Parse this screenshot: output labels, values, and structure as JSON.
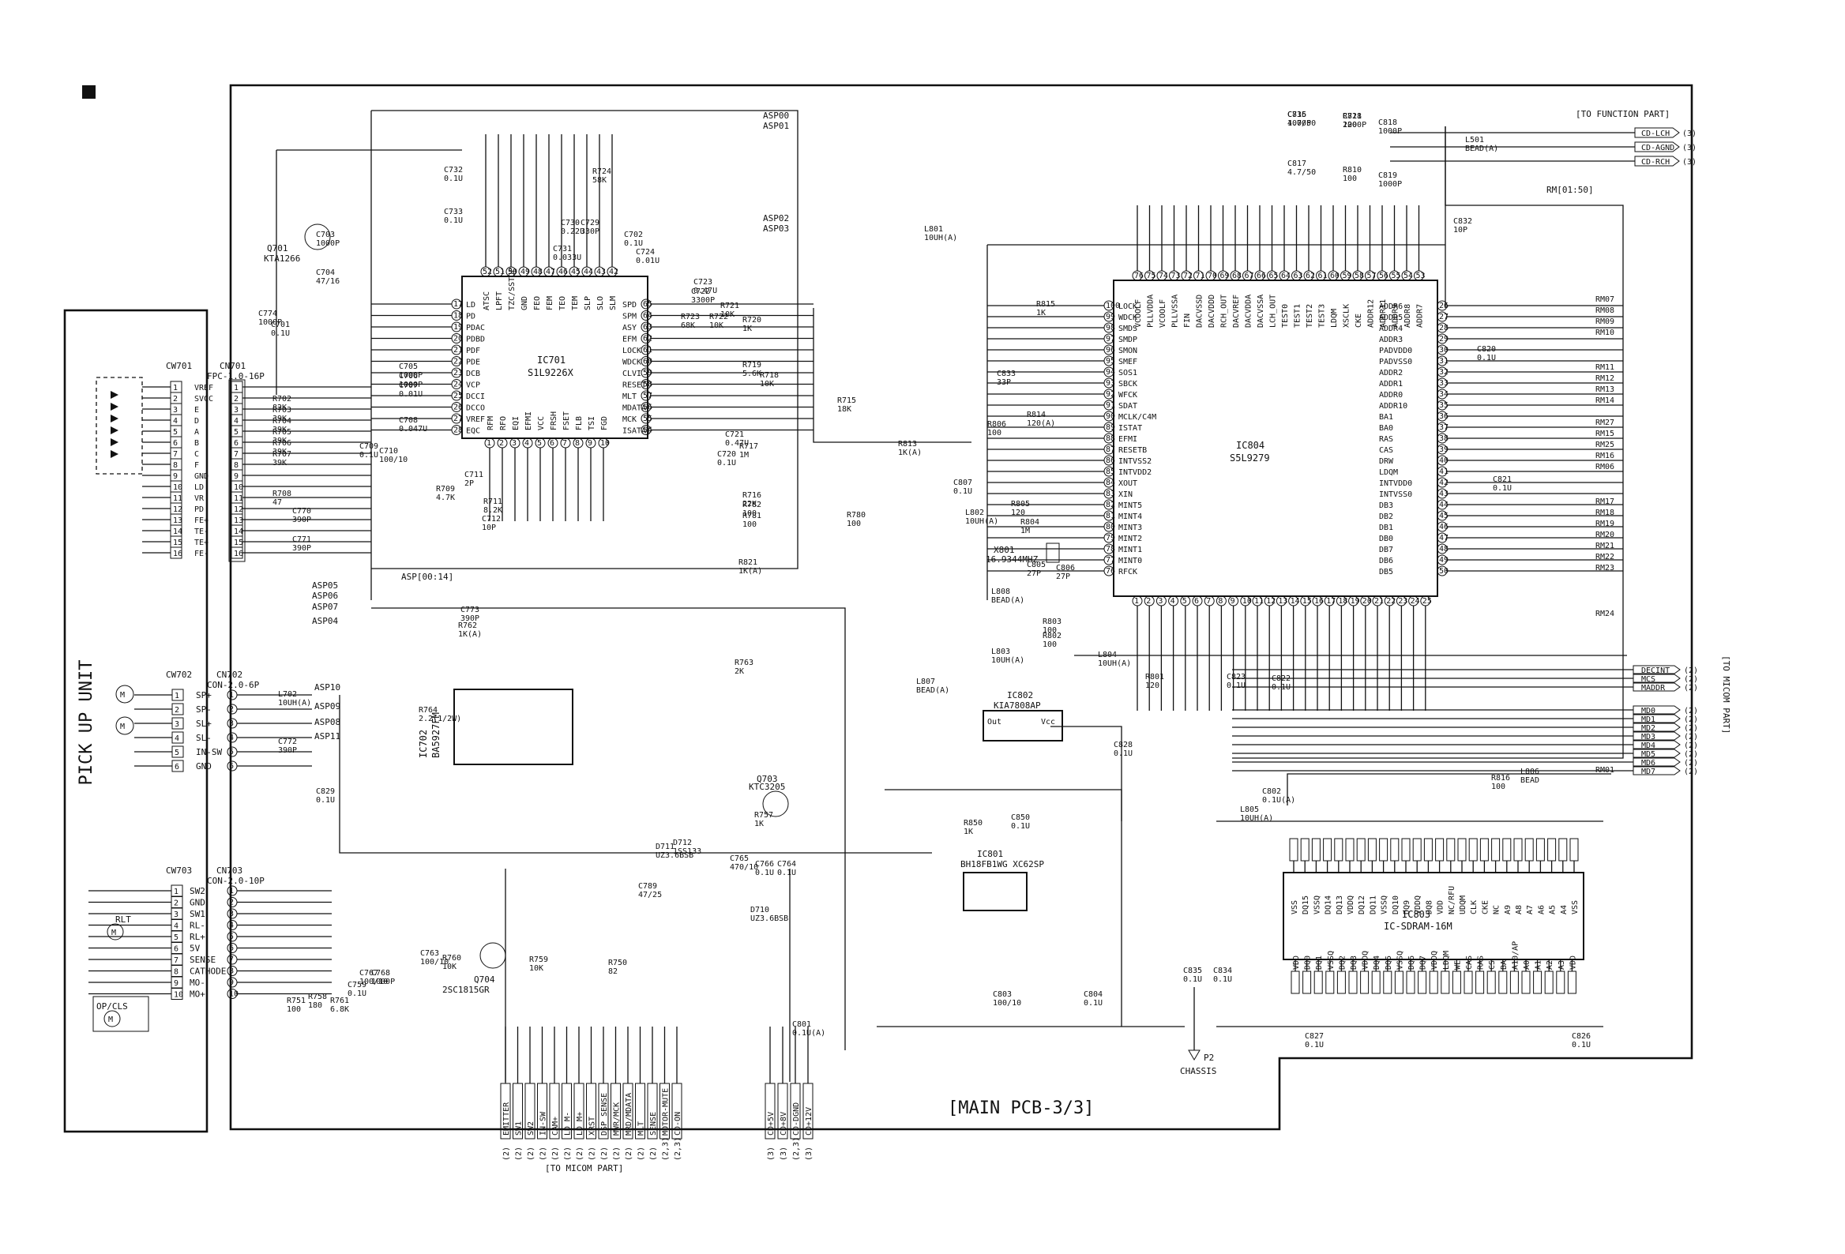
{
  "title": "[MAIN PCB-3/3]",
  "pickup_unit": "PICK UP UNIT",
  "ics": [
    {
      "ref": "IC701",
      "part": "S1L9226X"
    },
    {
      "ref": "IC702",
      "part": "BA5927FM"
    },
    {
      "ref": "IC804",
      "part": "S5L9279"
    },
    {
      "ref": "IC802",
      "part": "KIA7808AP"
    },
    {
      "ref": "IC801",
      "part": "BH18FB1WG\nXC62SP"
    },
    {
      "ref": "IC803",
      "part": "IC-SDRAM-16M"
    }
  ],
  "connectors": {
    "cw701": "CW701",
    "cn701": "CN701",
    "cn701_type": "FPC-1.0-16P",
    "cw702": "CW702",
    "cn702": "CN702",
    "cn702_type": "CON-2.0-6P",
    "cw703": "CW703",
    "cn703": "CN703",
    "cn703_type": "CON-2.0-10P"
  },
  "cn701_pins": [
    "VREF",
    "SVCC",
    "E",
    "D",
    "A",
    "B",
    "C",
    "F",
    "GND",
    "LD",
    "VR",
    "PD",
    "FE+",
    "TE-",
    "TE+",
    "FE-"
  ],
  "cn702_pins": [
    "SP+",
    "SP-",
    "SL+",
    "SL-",
    "IN-SW",
    "GND"
  ],
  "cn703_pins": [
    "SW2",
    "GND",
    "SW1",
    "RL-",
    "RL+",
    "5V",
    "SENSE",
    "CATHODE",
    "MO-",
    "MO+"
  ],
  "cw703_extra": [
    "RLT",
    "OP/CLS"
  ],
  "ic701_left_pins": [
    "LD",
    "PD",
    "PDAC",
    "PDBD",
    "PDF",
    "PDE",
    "DCB",
    "VCP",
    "DCCI",
    "DCCO",
    "VREF",
    "EQC"
  ],
  "ic701_right_pins": [
    "SPD",
    "SPM",
    "ASY",
    "EFM",
    "LOCK",
    "WDCK",
    "CLVI",
    "RESET",
    "MLT",
    "MDATA",
    "MCK",
    "ISATAT"
  ],
  "ic701_top_pins": [
    "ATSC",
    "LPFT",
    "TZC/SSTOP",
    "GND",
    "FEO",
    "FEM",
    "TEO",
    "TEM",
    "SLP",
    "SLO",
    "SLM"
  ],
  "ic701_bottom_pins": [
    "RFM",
    "RFO",
    "EQI",
    "EFMI",
    "VCC",
    "FRSH",
    "FSET",
    "FLB",
    "TSI",
    "FGD"
  ],
  "ic804_left_pins": [
    "LOCK",
    "WDCK",
    "SMDS",
    "SMDP",
    "SMON",
    "SMEF",
    "SOS1",
    "SBCK",
    "WFCK",
    "SDAT",
    "MCLK/C4M",
    "ISTAT",
    "EFMI",
    "RESETB",
    "INTVSS2",
    "INTVDD2",
    "XOUT",
    "XIN",
    "MINT5",
    "MINT4",
    "MINT3",
    "MINT2",
    "MINT1",
    "MINT0",
    "RFCK"
  ],
  "ic804_right_pins": [
    "ADDR6",
    "ADDR5",
    "ADDR4",
    "ADDR3",
    "PADVDD0",
    "PADVSS0",
    "ADDR2",
    "ADDR1",
    "ADDR0",
    "ADDR10",
    "BA1",
    "BA0",
    "RAS",
    "CAS",
    "DRW",
    "LDQM",
    "INTVDD0",
    "INTVSS0",
    "DB3",
    "DB2",
    "DB1",
    "DB0",
    "DB7",
    "DB6",
    "DB5"
  ],
  "ic804_top_pins": [
    "VCOOLF",
    "PLLVDDA",
    "VCOOLF",
    "PLLVSSA",
    "FIN",
    "DACVSSD",
    "DACVDDD",
    "RCH_OUT",
    "DACVREF",
    "DACVDDA",
    "DACVSSA",
    "LCH_OUT",
    "TEST0",
    "TEST1",
    "TEST2",
    "TEST3",
    "LDQM",
    "XSCLK",
    "CKE",
    "ADDR12",
    "ADDR11",
    "ADDR9",
    "ADDR8",
    "ADDR7"
  ],
  "ic803_top_pins": [
    "VSS",
    "DQ15",
    "VSSQ",
    "DQ14",
    "DQ13",
    "VDDQ",
    "DQ12",
    "DQ11",
    "VSSQ",
    "DQ10",
    "DQ9",
    "VDDQ",
    "DQ8",
    "VDD",
    "NC/RFU",
    "UDQM",
    "CLK",
    "CKE",
    "NC",
    "A9",
    "A8",
    "A7",
    "A6",
    "A5",
    "A4",
    "VSS"
  ],
  "ic803_bottom_pins": [
    "VDD",
    "DQ0",
    "DQ1",
    "VSSQ",
    "DQ2",
    "DQ3",
    "VDDQ",
    "DQ4",
    "DQ5",
    "VSSQ",
    "DQ6",
    "DQ7",
    "VDDQ",
    "LDQM",
    "WE",
    "CAS",
    "RAS",
    "CS",
    "BA",
    "A10/AP",
    "A0",
    "A1",
    "A2",
    "A3",
    "VDD"
  ],
  "transistors": [
    {
      "ref": "Q701",
      "part": "KTA1266"
    },
    {
      "ref": "Q703",
      "part": "KTC3205"
    },
    {
      "ref": "Q704",
      "part": "2SC1815GR"
    }
  ],
  "crystal": {
    "ref": "X801",
    "value": "16.9344MHZ"
  },
  "function_outputs": [
    "CD-LCH",
    "CD-AGND",
    "CD-RCH"
  ],
  "function_part": "[TO FUNCTION PART]",
  "micom_right_signals": [
    "DECINT",
    "MCS",
    "MADDR",
    "MD0",
    "MD1",
    "MD2",
    "MD3",
    "MD4",
    "MD5",
    "MD6",
    "MD7"
  ],
  "micom_right_label": "[TO MICOM PART]",
  "bottom_signals_a": [
    "EMITTER",
    "SW1",
    "SW2",
    "IN-SW",
    "CAM+",
    "LD_M-",
    "LD_M+",
    "XRST",
    "DSP_SENSE",
    "MWR/MCK",
    "MRD/MDATA",
    "MLT",
    "SENSE",
    "MOTOR-MUTE",
    "CD-ON"
  ],
  "bottom_signals_a_pages": [
    "(2)",
    "(2)",
    "(2)",
    "(2)",
    "(2)",
    "(2)",
    "(2)",
    "(2)",
    "(2)",
    "(2)",
    "(2)",
    "(2)",
    "(2)",
    "(2,3)",
    "(2,3)"
  ],
  "bottom_signals_b": [
    "CD+5V",
    "CD+8V",
    "CD-DGND",
    "CD+12V"
  ],
  "bottom_signals_b_pages": [
    "(3)",
    "(3)",
    "(2,3)",
    "(3)"
  ],
  "bottom_micom_label": "[TO MICOM PART]",
  "chassis": {
    "ref": "P2",
    "label": "CHASSIS"
  },
  "bus_labels": [
    "ASP00",
    "ASP01",
    "ASP02",
    "ASP03",
    "ASP04",
    "ASP05",
    "ASP06",
    "ASP07",
    "ASP08",
    "ASP09",
    "ASP10",
    "ASP11",
    "ASP[00:14]",
    "RM[01:50]"
  ],
  "rm_labels": [
    "RM07",
    "RM08",
    "RM09",
    "RM10",
    "RM11",
    "RM12",
    "RM13",
    "RM14",
    "RM27",
    "RM15",
    "RM25",
    "RM16",
    "RM06",
    "RM17",
    "RM18",
    "RM19",
    "RM20",
    "RM21",
    "RM22",
    "RM23",
    "RM24",
    "RM01"
  ],
  "components": [
    {
      "ref": "C816",
      "val": "4.7/50"
    },
    {
      "ref": "R811",
      "val": "100"
    },
    {
      "ref": "C818",
      "val": "1000P"
    },
    {
      "ref": "L501",
      "val": "BEAD(A)"
    },
    {
      "ref": "C817",
      "val": "4.7/50"
    },
    {
      "ref": "R810",
      "val": "100"
    },
    {
      "ref": "C819",
      "val": "1000P"
    },
    {
      "ref": "C832",
      "val": "10P"
    },
    {
      "ref": "L801",
      "val": "10UH(A)"
    },
    {
      "ref": "R815",
      "val": "1K"
    },
    {
      "ref": "C820",
      "val": "0.1U"
    },
    {
      "ref": "C833",
      "val": "33P"
    },
    {
      "ref": "R814",
      "val": "120(A)"
    },
    {
      "ref": "R806",
      "val": "100"
    },
    {
      "ref": "R813",
      "val": "1K(A)"
    },
    {
      "ref": "C807",
      "val": "0.1U"
    },
    {
      "ref": "L802",
      "val": "10UH(A)"
    },
    {
      "ref": "R805",
      "val": "120"
    },
    {
      "ref": "R804",
      "val": "1M"
    },
    {
      "ref": "C805",
      "val": "27P"
    },
    {
      "ref": "C806",
      "val": "27P"
    },
    {
      "ref": "L808",
      "val": "BEAD(A)"
    },
    {
      "ref": "C821",
      "val": "0.1U"
    },
    {
      "ref": "R803",
      "val": "100"
    },
    {
      "ref": "R802",
      "val": "100"
    },
    {
      "ref": "L803",
      "val": "10UH(A)"
    },
    {
      "ref": "L804",
      "val": "10UH(A)"
    },
    {
      "ref": "R801",
      "val": "120"
    },
    {
      "ref": "C823",
      "val": "0.1U"
    },
    {
      "ref": "C822",
      "val": "0.1U"
    },
    {
      "ref": "L807",
      "val": "BEAD(A)"
    },
    {
      "ref": "C828",
      "val": "0.1U"
    },
    {
      "ref": "R816",
      "val": "100"
    },
    {
      "ref": "L806",
      "val": "BEAD"
    },
    {
      "ref": "C802",
      "val": "0.1U(A)"
    },
    {
      "ref": "L805",
      "val": "10UH(A)"
    },
    {
      "ref": "R850",
      "val": "1K"
    },
    {
      "ref": "C850",
      "val": "0.1U"
    },
    {
      "ref": "C803",
      "val": "100/10"
    },
    {
      "ref": "C804",
      "val": "0.1U"
    },
    {
      "ref": "C835",
      "val": "0.1U"
    },
    {
      "ref": "C834",
      "val": "0.1U"
    },
    {
      "ref": "C801",
      "val": "0.1U(A)"
    },
    {
      "ref": "C827",
      "val": "0.1U"
    },
    {
      "ref": "C826",
      "val": "0.1U"
    },
    {
      "ref": "C732",
      "val": "0.1U"
    },
    {
      "ref": "C733",
      "val": "0.1U"
    },
    {
      "ref": "C703",
      "val": "1000P"
    },
    {
      "ref": "C704",
      "val": "47/16"
    },
    {
      "ref": "R702",
      "val": "82K"
    },
    {
      "ref": "R703",
      "val": "39K"
    },
    {
      "ref": "R704",
      "val": "39K"
    },
    {
      "ref": "R705",
      "val": "39K"
    },
    {
      "ref": "R706",
      "val": "39K"
    },
    {
      "ref": "R707",
      "val": "39K"
    },
    {
      "ref": "R708",
      "val": "47"
    },
    {
      "ref": "C770",
      "val": "390P"
    },
    {
      "ref": "C771",
      "val": "390P"
    },
    {
      "ref": "C705",
      "val": "1000P"
    },
    {
      "ref": "C706",
      "val": "1000P"
    },
    {
      "ref": "C707",
      "val": "0.01U"
    },
    {
      "ref": "C708",
      "val": "0.047U"
    },
    {
      "ref": "C710",
      "val": "100/10"
    },
    {
      "ref": "C709",
      "val": "0.1U"
    },
    {
      "ref": "R709",
      "val": "4.7K"
    },
    {
      "ref": "R711",
      "val": "8.2K"
    },
    {
      "ref": "C711",
      "val": "2P"
    },
    {
      "ref": "C712",
      "val": "10P"
    },
    {
      "ref": "R723",
      "val": "68K"
    },
    {
      "ref": "R722",
      "val": "10K"
    },
    {
      "ref": "R721",
      "val": "10K"
    },
    {
      "ref": "R720",
      "val": "1K"
    },
    {
      "ref": "C722",
      "val": "3300P"
    },
    {
      "ref": "C723",
      "val": "0.47U"
    },
    {
      "ref": "R719",
      "val": "5.6K"
    },
    {
      "ref": "R718",
      "val": "10K"
    },
    {
      "ref": "R715",
      "val": "18K"
    },
    {
      "ref": "C721",
      "val": "0.47U"
    },
    {
      "ref": "C720",
      "val": "0.1U"
    },
    {
      "ref": "R717",
      "val": "1M"
    },
    {
      "ref": "R716",
      "val": "22K"
    },
    {
      "ref": "R782",
      "val": "100"
    },
    {
      "ref": "R781",
      "val": "100"
    },
    {
      "ref": "R780",
      "val": "100"
    },
    {
      "ref": "R821",
      "val": "1K(A)"
    },
    {
      "ref": "L702",
      "val": "10UH(A)"
    },
    {
      "ref": "C772",
      "val": "390P"
    },
    {
      "ref": "C773",
      "val": "390P"
    },
    {
      "ref": "R762",
      "val": "1K(A)"
    },
    {
      "ref": "R763",
      "val": "2K"
    },
    {
      "ref": "R764",
      "val": "2.2(1/2W)"
    },
    {
      "ref": "C829",
      "val": "0.1U"
    },
    {
      "ref": "R757",
      "val": "1K"
    },
    {
      "ref": "R750",
      "val": "82"
    },
    {
      "ref": "C789",
      "val": "47/25"
    },
    {
      "ref": "D711",
      "val": "UZ3.6BSB"
    },
    {
      "ref": "D712",
      "val": "1SS133"
    },
    {
      "ref": "C765",
      "val": "470/10"
    },
    {
      "ref": "C766",
      "val": "0.1U"
    },
    {
      "ref": "C764",
      "val": "0.1U"
    },
    {
      "ref": "D710",
      "val": "UZ3.6BSB"
    },
    {
      "ref": "C763",
      "val": "100/10"
    },
    {
      "ref": "R760",
      "val": "10K"
    },
    {
      "ref": "R759",
      "val": "10K"
    },
    {
      "ref": "R751",
      "val": "100"
    },
    {
      "ref": "R758",
      "val": "180"
    },
    {
      "ref": "R761",
      "val": "6.8K"
    },
    {
      "ref": "C759",
      "val": "0.1U"
    },
    {
      "ref": "C767",
      "val": "100/10"
    },
    {
      "ref": "C768",
      "val": "1000P"
    },
    {
      "ref": "C774",
      "val": "1000P"
    },
    {
      "ref": "C701",
      "val": "0.1U"
    },
    {
      "ref": "C702",
      "val": "0.1U"
    },
    {
      "ref": "C724",
      "val": "0.01U"
    },
    {
      "ref": "R724",
      "val": "58K"
    },
    {
      "ref": "C729",
      "val": "330P"
    },
    {
      "ref": "C730",
      "val": "0.22U"
    },
    {
      "ref": "C731",
      "val": "0.033U"
    },
    {
      "ref": "C735",
      "val": "1000P"
    },
    {
      "ref": "C728",
      "val": "2200P"
    }
  ]
}
